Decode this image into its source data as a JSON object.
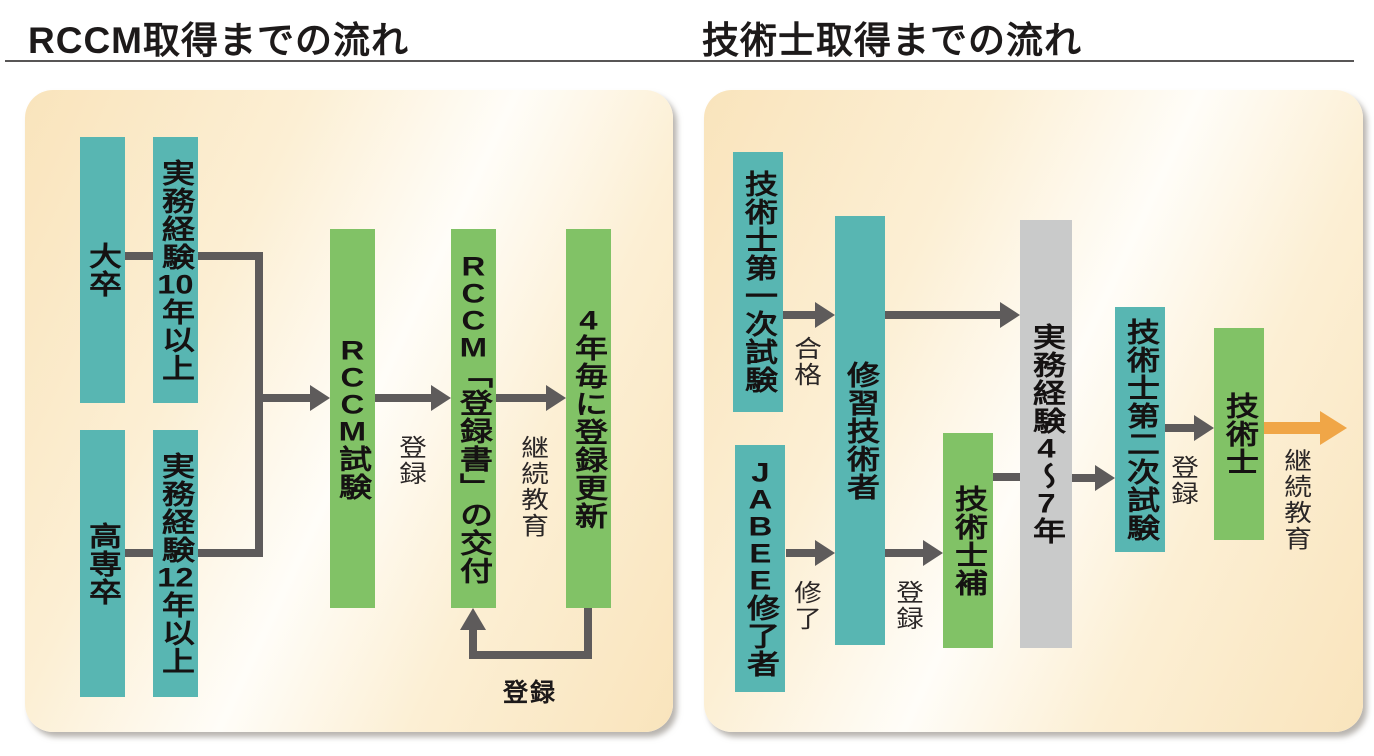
{
  "left_flow": {
    "title": "RCCM取得までの流れ",
    "boxes": {
      "daigaku": "大卒",
      "exp10": "実務経験10年以上",
      "kosen": "高専卒",
      "exp12": "実務経験12年以上",
      "exam": "RCCM試験",
      "certificate": "RCCM「登録書」の交付",
      "renewal": "4年毎に登録更新"
    },
    "labels": {
      "touroku_mid": "登録",
      "keizoku": "継続教育",
      "touroku_loop": "登録"
    }
  },
  "right_flow": {
    "title": "技術士取得までの流れ",
    "boxes": {
      "first_exam": "技術士第一次試験",
      "jabee": "JABEE修了者",
      "trainee": "修習技術者",
      "assistant": "技術士補",
      "experience": "実務経験4〜7年",
      "second_exam": "技術士第二次試験",
      "engineer": "技術士"
    },
    "labels": {
      "goukaku": "合格",
      "shuryo": "修了",
      "touroku_mid": "登録",
      "touroku_right": "登録",
      "keizoku": "継続教育"
    }
  },
  "colors": {
    "teal": "#58b6b2",
    "green": "#81c266",
    "graybox": "#c9caca",
    "arrow": "#5e5b5b",
    "orange": "#f0a647",
    "cream": "#f9e4bc",
    "creamlight": "#fffdf8",
    "ink": "#1d1a1a"
  }
}
